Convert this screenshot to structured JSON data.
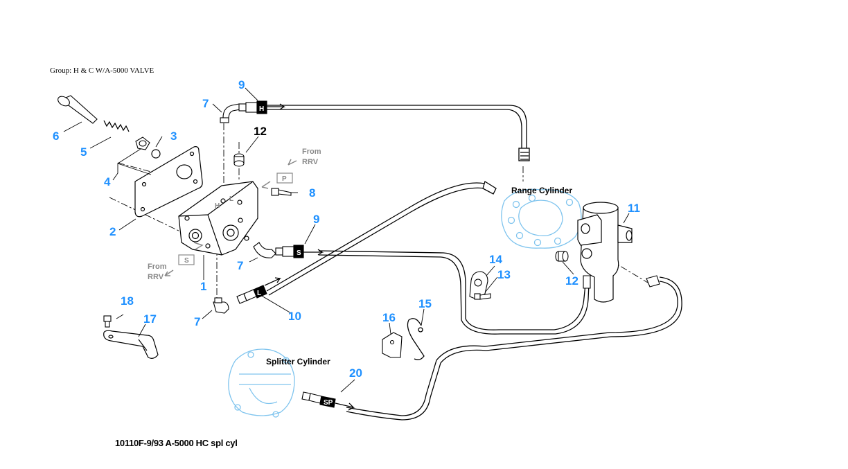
{
  "group_label": "Group: H & C W/A-5000 VALVE",
  "footer": "10110F-9/93 A-5000 HC spl cyl",
  "callouts": {
    "c1": "1",
    "c2": "2",
    "c3": "3",
    "c4": "4",
    "c5": "5",
    "c6": "6",
    "c7a": "7",
    "c7b": "7",
    "c7c": "7",
    "c8": "8",
    "c9a": "9",
    "c9b": "9",
    "c10": "10",
    "c11": "11",
    "c12a": "12",
    "c12b": "12",
    "c13": "13",
    "c14": "14",
    "c15": "15",
    "c16": "16",
    "c17": "17",
    "c18": "18",
    "c20": "20"
  },
  "labels": {
    "from_rrv_top_line1": "From",
    "from_rrv_top_line2": "RRV",
    "from_rrv_bottom_line1": "From",
    "from_rrv_bottom_line2": "RRV",
    "range_cylinder": "Range Cylinder",
    "splitter_cylinder": "Splitter  Cylinder"
  },
  "port_letters": {
    "p": "P",
    "s": "S",
    "h": "H",
    "l": "L"
  },
  "hose_tags": {
    "h": "H",
    "s": "S",
    "l": "L",
    "sp": "SP"
  },
  "colors": {
    "callout": "#1e90ff",
    "ghost": "#7fc4ee",
    "note": "#888888"
  }
}
